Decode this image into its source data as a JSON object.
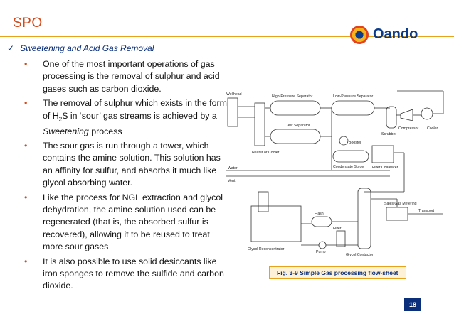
{
  "slide": {
    "title": "SPO",
    "logo_text": "Oando",
    "subheading": "Sweetening and Acid Gas Removal",
    "check_glyph": "✓",
    "bullets": [
      {
        "text_before_sub": "One of the most important operations of gas processing is the removal of sulphur and acid gases such as carbon dioxide."
      },
      {
        "part1": "The removal of  sulphur which exists in the form of H",
        "sub": "2",
        "part2": "S in ‘sour’ gas streams is achieved by a ",
        "italic": "Sweetening",
        "part3": " process"
      },
      {
        "text_before_sub": "The sour gas is run through a tower, which contains the amine solution. This solution has an affinity for sulfur, and absorbs it much like glycol absorbing water."
      },
      {
        "text_before_sub": "Like the process for NGL extraction and glycol dehydration, the amine solution used can be regenerated (that is, the absorbed sulfur is recovered), allowing it to be reused to treat more sour gases"
      },
      {
        "text_before_sub": "It is also possible to use solid desiccants like iron sponges to remove the sulfide and carbon dioxide."
      }
    ],
    "bullet_glyph": "•",
    "figure_caption": "Fig. 3-9 Simple Gas processing flow-sheet",
    "page_number": "18",
    "diagram_labels": {
      "wellhead": "Wellhead",
      "hp_separator": "High-Pressure Separator",
      "lp_separator": "Low-Pressure Separator",
      "test_separator": "Test Separator",
      "heater": "Heater or Cooler",
      "compressor": "Compressor",
      "cooler": "Cooler",
      "scrubber": "Scrubber",
      "water": "Water",
      "condensate": "Condensate Surge",
      "booster": "Booster",
      "filter_coalescer": "Filter Coalescer",
      "vent": "Vent",
      "glycol_reconcentrator": "Glycol Reconcentrator",
      "pump": "Pump",
      "glycol_contactor": "Glycol Contactor",
      "filter": "Filter",
      "flash": "Flash",
      "sales_gas": "Sales Gas Metering",
      "transport": "Transport"
    },
    "colors": {
      "title": "#d14a1c",
      "rule": "#e6a21c",
      "text_blue": "#0b2f7a",
      "logo_blue": "#0b3c8c"
    }
  }
}
